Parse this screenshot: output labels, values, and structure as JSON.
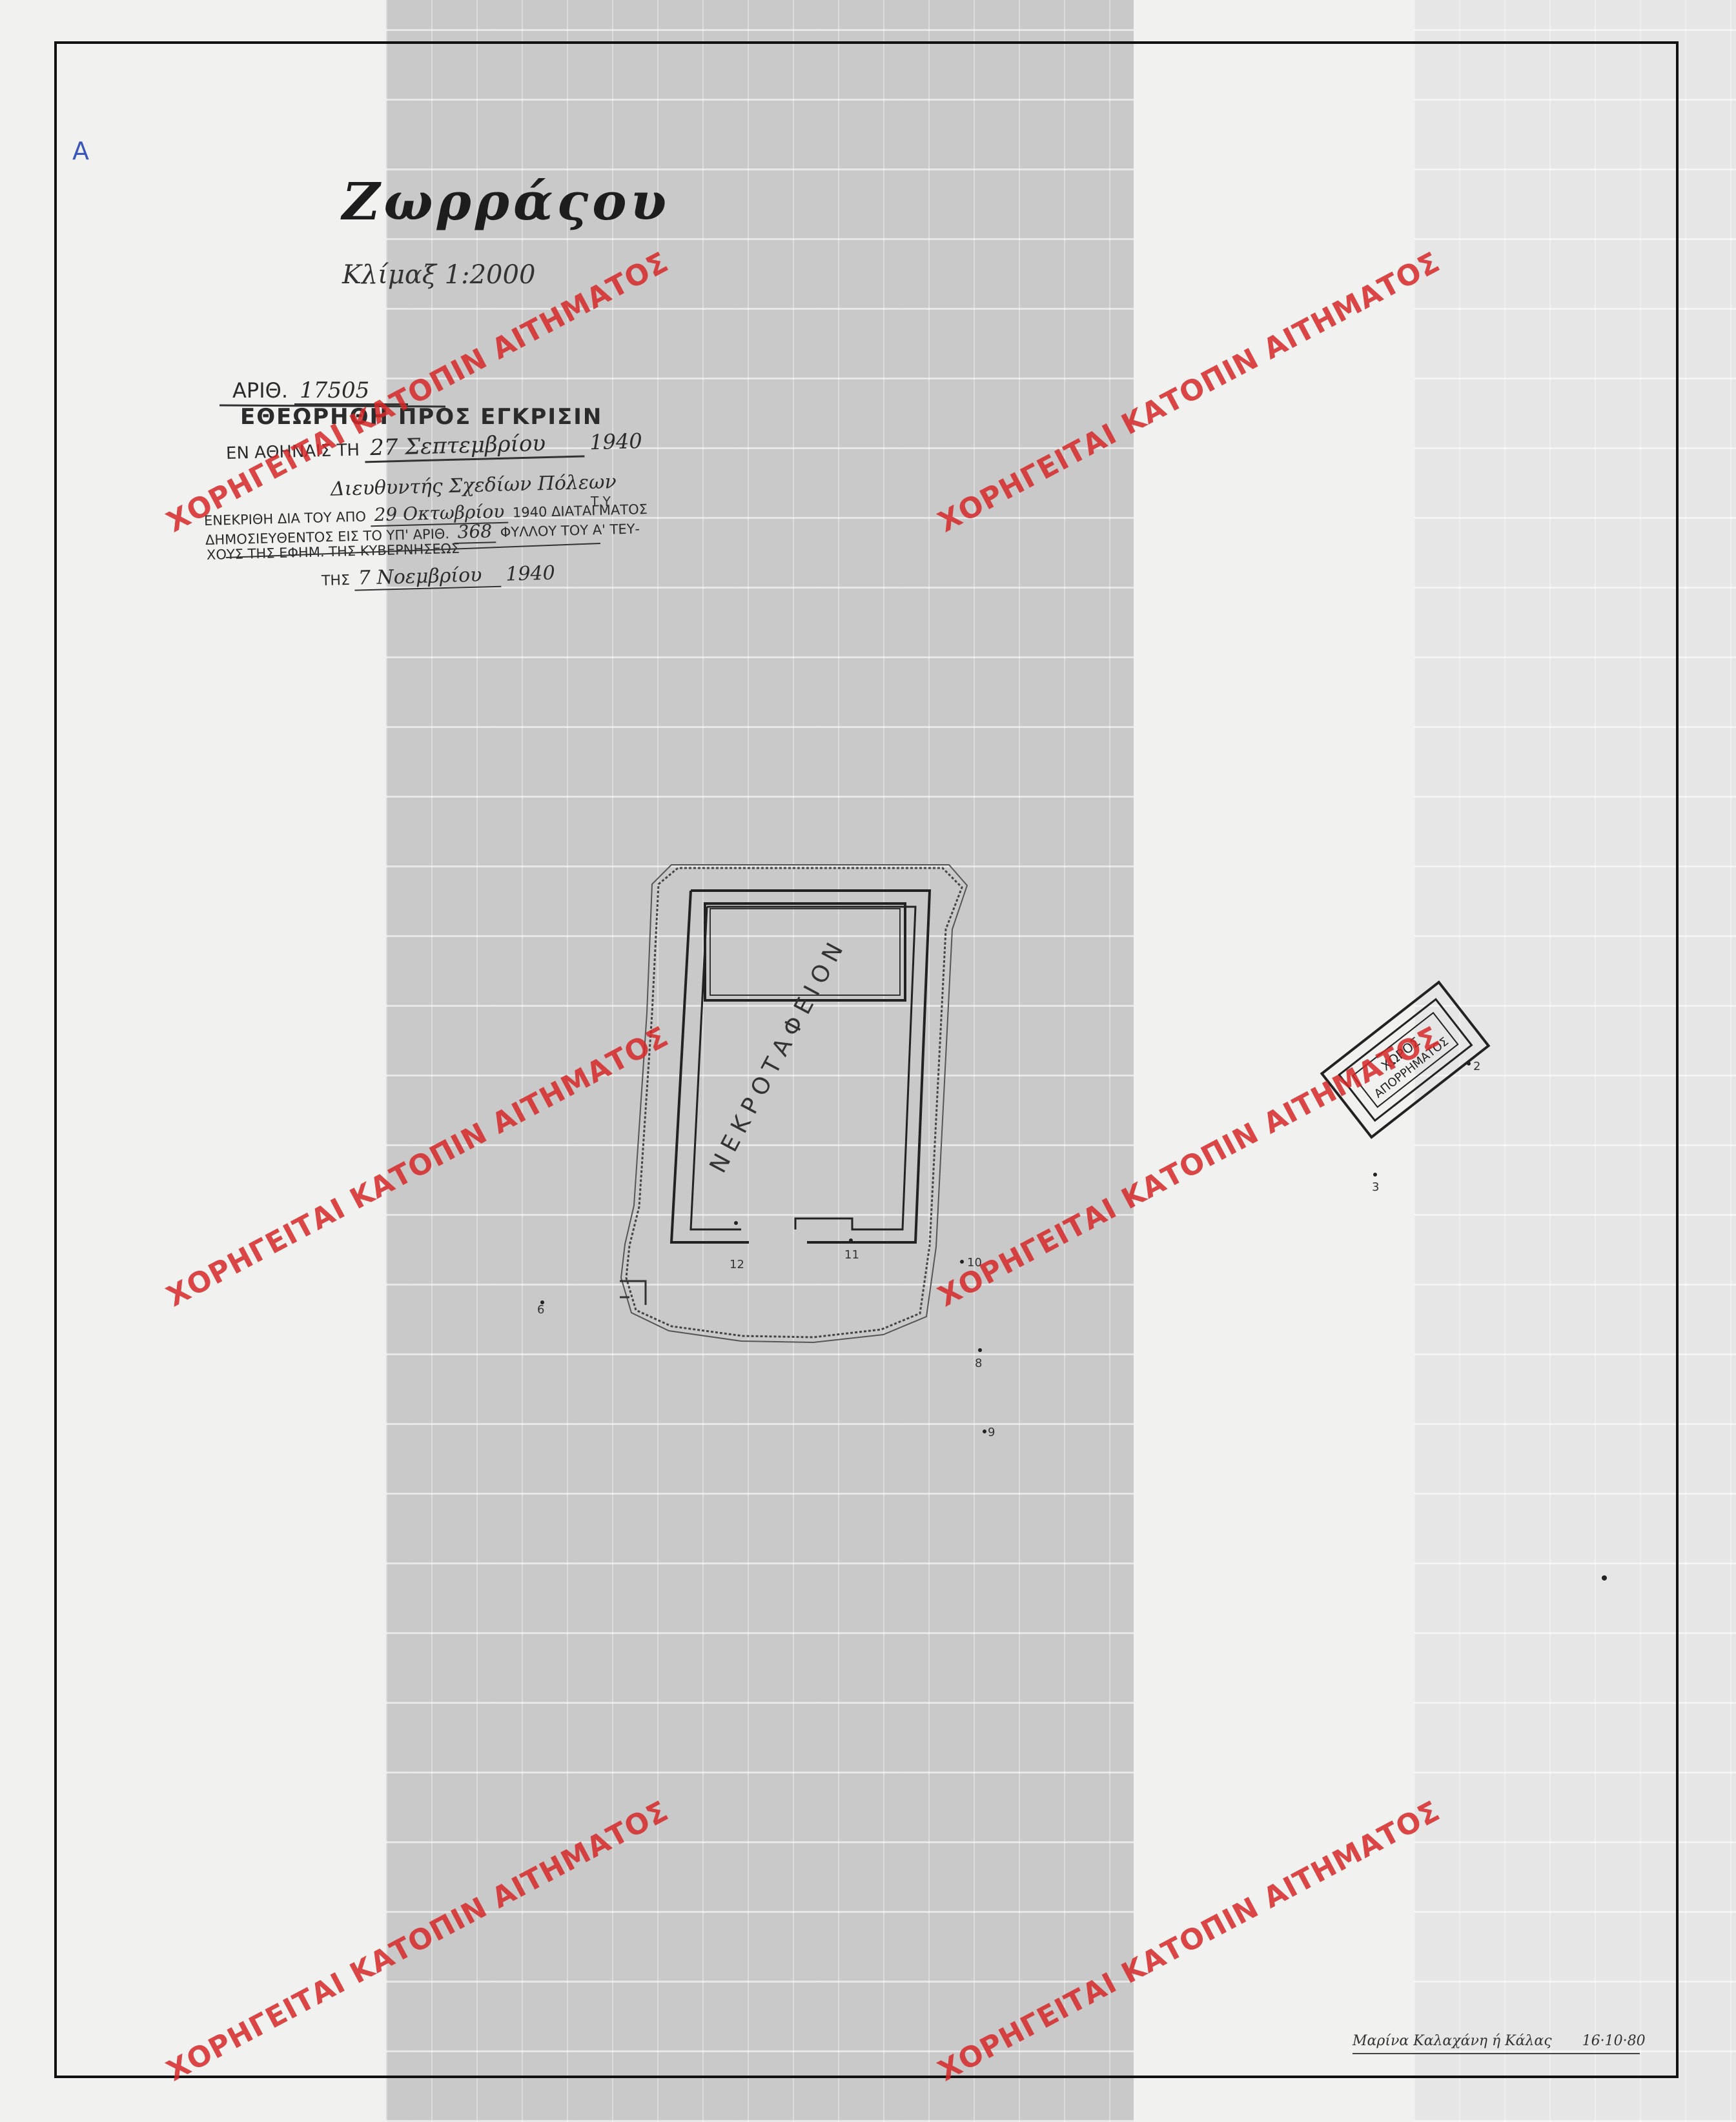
{
  "sheet": {
    "letter": "A",
    "title": "Ζωρράςου",
    "scale": "Κλίμαξ 1:2000"
  },
  "stamp": {
    "number_label": "ΑΡΙΘ.",
    "number_value": "17505",
    "review_title": "ΕΘΕΩΡΗΘΗ ΠΡΟΣ ΕΓΚΡΙΣΙΝ",
    "athens_label": "ΕΝ ΑΘΗΝΑΙΣ ΤΗ",
    "athens_date": "27 Σεπτεμβρίου",
    "athens_year": "1940",
    "director": "Διευθυντής Σχεδίων Πόλεων",
    "tv": "Τ.Υ",
    "approval_prefix": "ΕΝΕΚΡΙΘΗ ΔΙΑ ΤΟΥ ΑΠΟ",
    "approval_date": "29 Οκτωβρίου",
    "approval_year_decree": "1940 ΔΙΑΤΑΓΜΑΤΟΣ",
    "published_prefix": "ΔΗΜΟΣΙΕΥΘΕΝΤΟΣ ΕΙΣ ΤΟ ΥΠ' ΑΡΙΘ.",
    "published_number": "368",
    "published_suffix": "ΦΥΛΛΟΥ ΤΟΥ Α' ΤΕΥ-",
    "gazette_line": "ΧΟΥΣ ΤΗΣ ΕΦΗΜ. ΤΗΣ ΚΥΒΕΡΝΗΣΕΩΣ",
    "gazette_date_label": "ΤΗΣ",
    "gazette_date": "7 Νοεμβρίου",
    "gazette_year": "1940"
  },
  "map": {
    "cemetery_label": "ΝΕΚΡΟΤΑΦΕΙΟΝ",
    "restricted_area_line1": "ΧΩΡΟΣ",
    "restricted_area_line2": "ΑΠΟΡΡΗΜΑΤΟΣ",
    "point_labels": [
      "12",
      "11",
      "10",
      "6",
      "8",
      "9",
      "3",
      "2"
    ]
  },
  "watermark": {
    "text": "ΧΟΡΗΓΕΙΤΑΙ ΚΑΤΟΠΙΝ ΑΙΤΗΜΑΤΟΣ",
    "color": "#d62828"
  },
  "footer": {
    "signature": "Μαρίνα Καλαχάνη ή Κάλας",
    "date": "16·10·80"
  }
}
